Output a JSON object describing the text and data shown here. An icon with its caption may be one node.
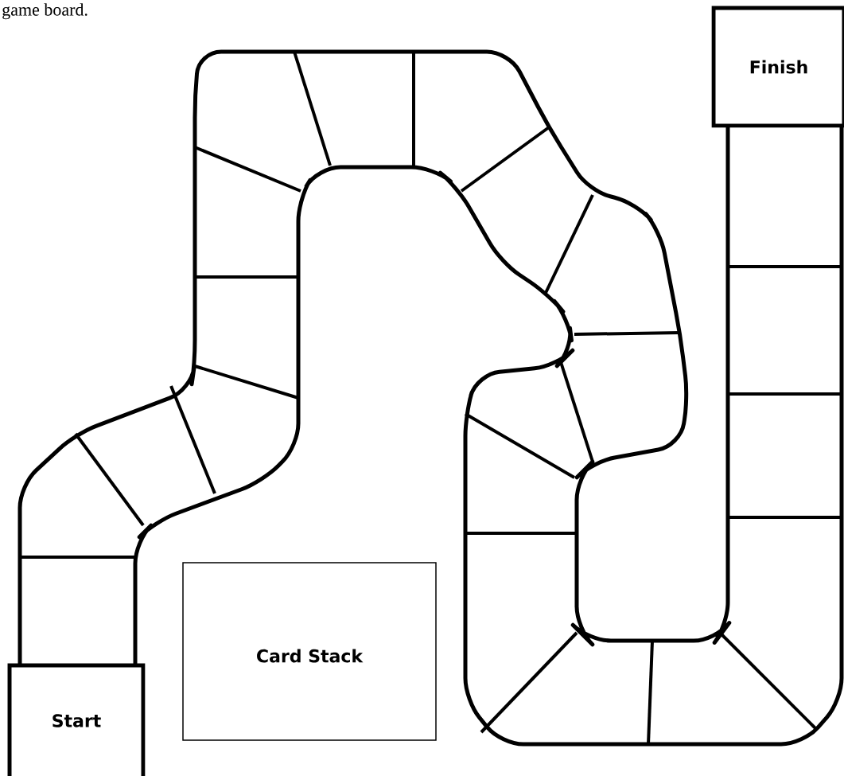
{
  "diagram": {
    "nodes": [
      {
        "text": [
          "Finish"
        ]
      },
      {
        "text": [
          "Card Stack"
        ]
      },
      {
        "text": [
          "Start"
        ]
      }
    ],
    "labels": [
      "game board."
    ]
  }
}
